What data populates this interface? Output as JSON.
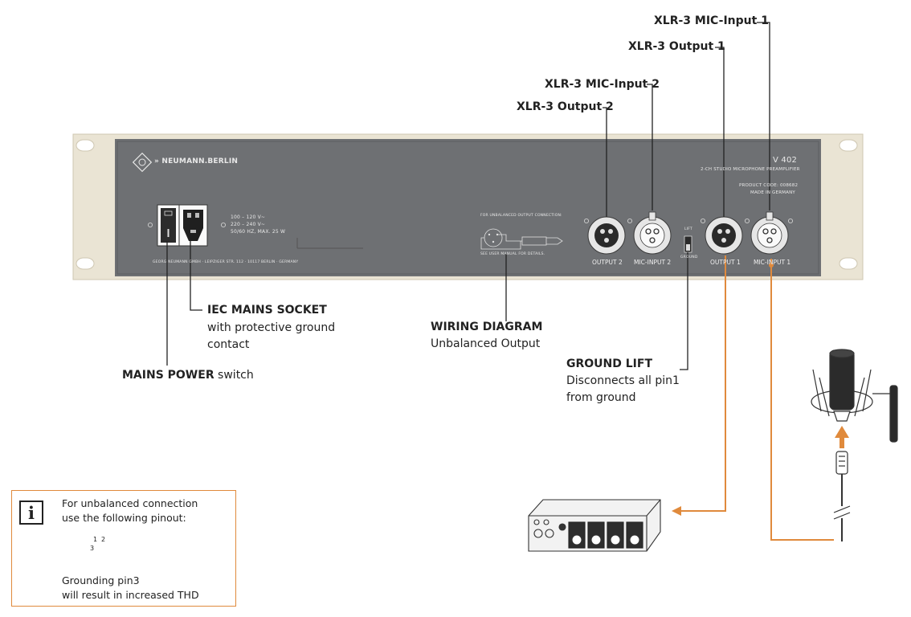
{
  "outputs": {
    "xlr_mic_input_1": "XLR-3 MIC-Input 1",
    "xlr_output_1": "XLR-3 Output 1",
    "xlr_mic_input_2": "XLR-3 MIC-Input 2",
    "xlr_output_2": "XLR-3 Output 2"
  },
  "panel": {
    "brand": "» NEUMANN.BERLIN",
    "model": "V 402",
    "model_sub": "2-CH STUDIO MICROPHONE PREAMPLIFIER",
    "product_code": "PRODUCT CODE: 008682",
    "made_in": "MADE IN GERMANY",
    "power_specs": [
      "100 – 120 V~",
      "220 – 240 V~",
      "50/60 HZ, MAX. 25 W"
    ],
    "address": "GEORG NEUMANN GMBH · LEIPZIGER STR. 112 · 10117 BERLIN · GERMANY",
    "wiring_title": "FOR UNBALANCED OUTPUT CONNECTION:",
    "wiring_note": "SEE USER MANUAL FOR DETAILS.",
    "lift_top": "LIFT",
    "lift_bottom": "GROUND",
    "jacks": {
      "output_2": "OUTPUT 2",
      "mic_input_2": "MIC-INPUT 2",
      "output_1": "OUTPUT 1",
      "mic_input_1": "MIC-INPUT 1"
    }
  },
  "callouts": {
    "iec_title": "IEC MAINS SOCKET",
    "iec_line1": "with protective ground",
    "iec_line2": "contact",
    "mains_bold": "MAINS POWER",
    "mains_rest": " switch",
    "wiring_title": "WIRING DIAGRAM",
    "wiring_sub": "Unbalanced Output",
    "ground_title": "GROUND LIFT",
    "ground_line1": "Disconnects all pin1",
    "ground_line2": "from ground"
  },
  "info": {
    "icon": "info-icon",
    "line1": "For unbalanced connection",
    "line2": "use the following pinout:",
    "line3": "Grounding pin3",
    "line4": "will result in increased THD",
    "pin_labels": [
      "1",
      "2",
      "3"
    ]
  },
  "colors": {
    "rack": "#eae4d4",
    "panel": "#6e7073",
    "accent": "#e08a3c"
  }
}
